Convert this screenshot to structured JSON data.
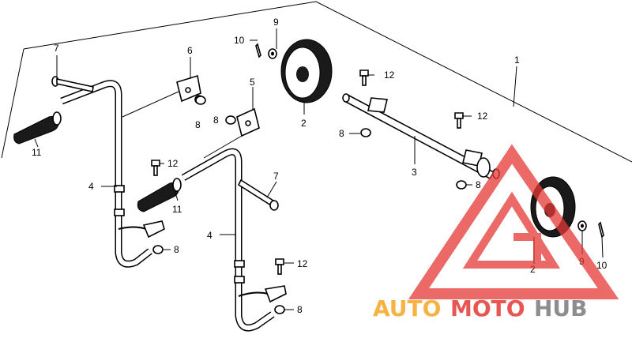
{
  "callouts": {
    "c1": "1",
    "c2a": "2",
    "c2b": "2",
    "c3": "3",
    "c4a": "4",
    "c4b": "4",
    "c5": "5",
    "c6": "6",
    "c7a": "7",
    "c7b": "7",
    "c8a": "8",
    "c8b": "8",
    "c8c": "8",
    "c8d": "8",
    "c8e": "8",
    "c8f": "8",
    "c9a": "9",
    "c9b": "9",
    "c10a": "10",
    "c10b": "10",
    "c11a": "11",
    "c11b": "11",
    "c12a": "12",
    "c12b": "12",
    "c12c": "12",
    "c12d": "12"
  },
  "watermark": {
    "part1": "AUTO",
    "part2": "MOTO",
    "part3": "HUB",
    "color_orange": "#f5a623",
    "color_red": "#e53935",
    "color_gray": "#7a7a7a"
  }
}
